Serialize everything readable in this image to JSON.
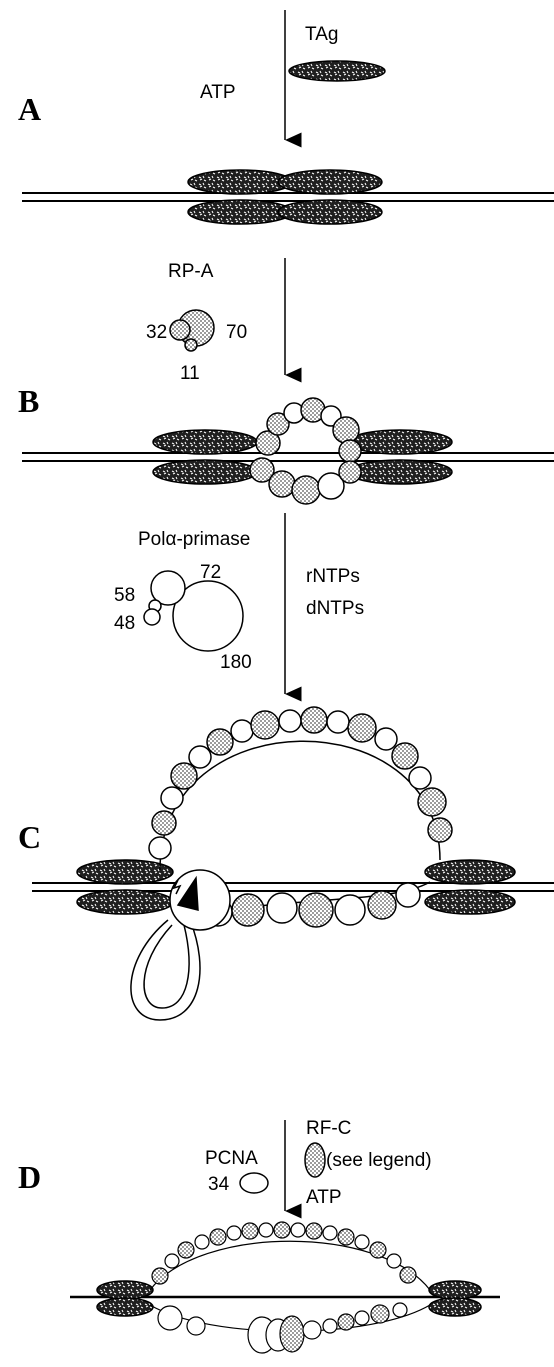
{
  "steps": {
    "a": "A",
    "b": "B",
    "c": "C",
    "d": "D"
  },
  "step_a": {
    "protein": "TAg",
    "cofactor": "ATP"
  },
  "step_b": {
    "protein": "RP-A",
    "subunits": [
      "32",
      "70",
      "11"
    ]
  },
  "step_c": {
    "protein": "Polα-primase",
    "subunits": [
      "72",
      "58",
      "48",
      "180"
    ],
    "substrates": [
      "rNTPs",
      "dNTPs"
    ]
  },
  "step_d": {
    "factor": "RF-C",
    "factor_note": "(see legend)",
    "clamp": "PCNA",
    "clamp_subunit": "34",
    "cofactor": "ATP"
  },
  "colors": {
    "ink": "#000000",
    "stipple": "#c8c8c8",
    "background": "#ffffff"
  }
}
